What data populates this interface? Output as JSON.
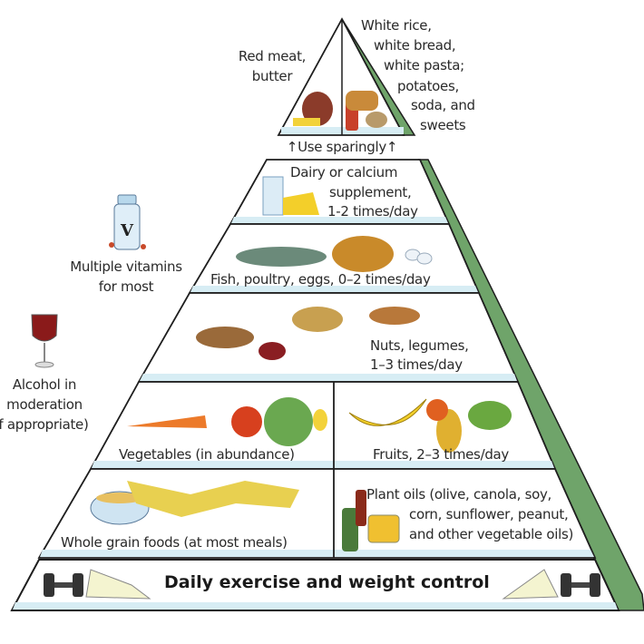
{
  "top_section": {
    "left_label": [
      "Red meat,",
      "butter"
    ],
    "right_label": [
      "White rice,",
      "white bread,",
      "white pasta;",
      "potatoes,",
      "soda, and",
      "sweets"
    ],
    "note": "Use sparingly"
  },
  "tiers": {
    "dairy": [
      "Dairy or calcium",
      "supplement,",
      "1-2 times/day"
    ],
    "protein": "Fish, poultry, eggs, 0–2 times/day",
    "nuts": [
      "Nuts, legumes,",
      "1–3 times/day"
    ],
    "vegetables": "Vegetables (in abundance)",
    "fruits": "Fruits, 2–3 times/day",
    "grains": "Whole grain foods (at most meals)",
    "oils": [
      "Plant oils (olive, canola, soy,",
      "corn, sunflower, peanut,",
      "and other vegetable oils)"
    ],
    "base": "Daily exercise and weight control"
  },
  "side_notes": {
    "vitamins": [
      "Multiple vitamins",
      "for most"
    ],
    "vitamin_bottle_letter": "V",
    "alcohol": [
      "Alcohol in",
      "moderation",
      "(if appropriate)"
    ]
  },
  "colors": {
    "side_face": "#6fa46a",
    "tier_shade": "#d7edf4",
    "outline": "#1e1e1e"
  }
}
